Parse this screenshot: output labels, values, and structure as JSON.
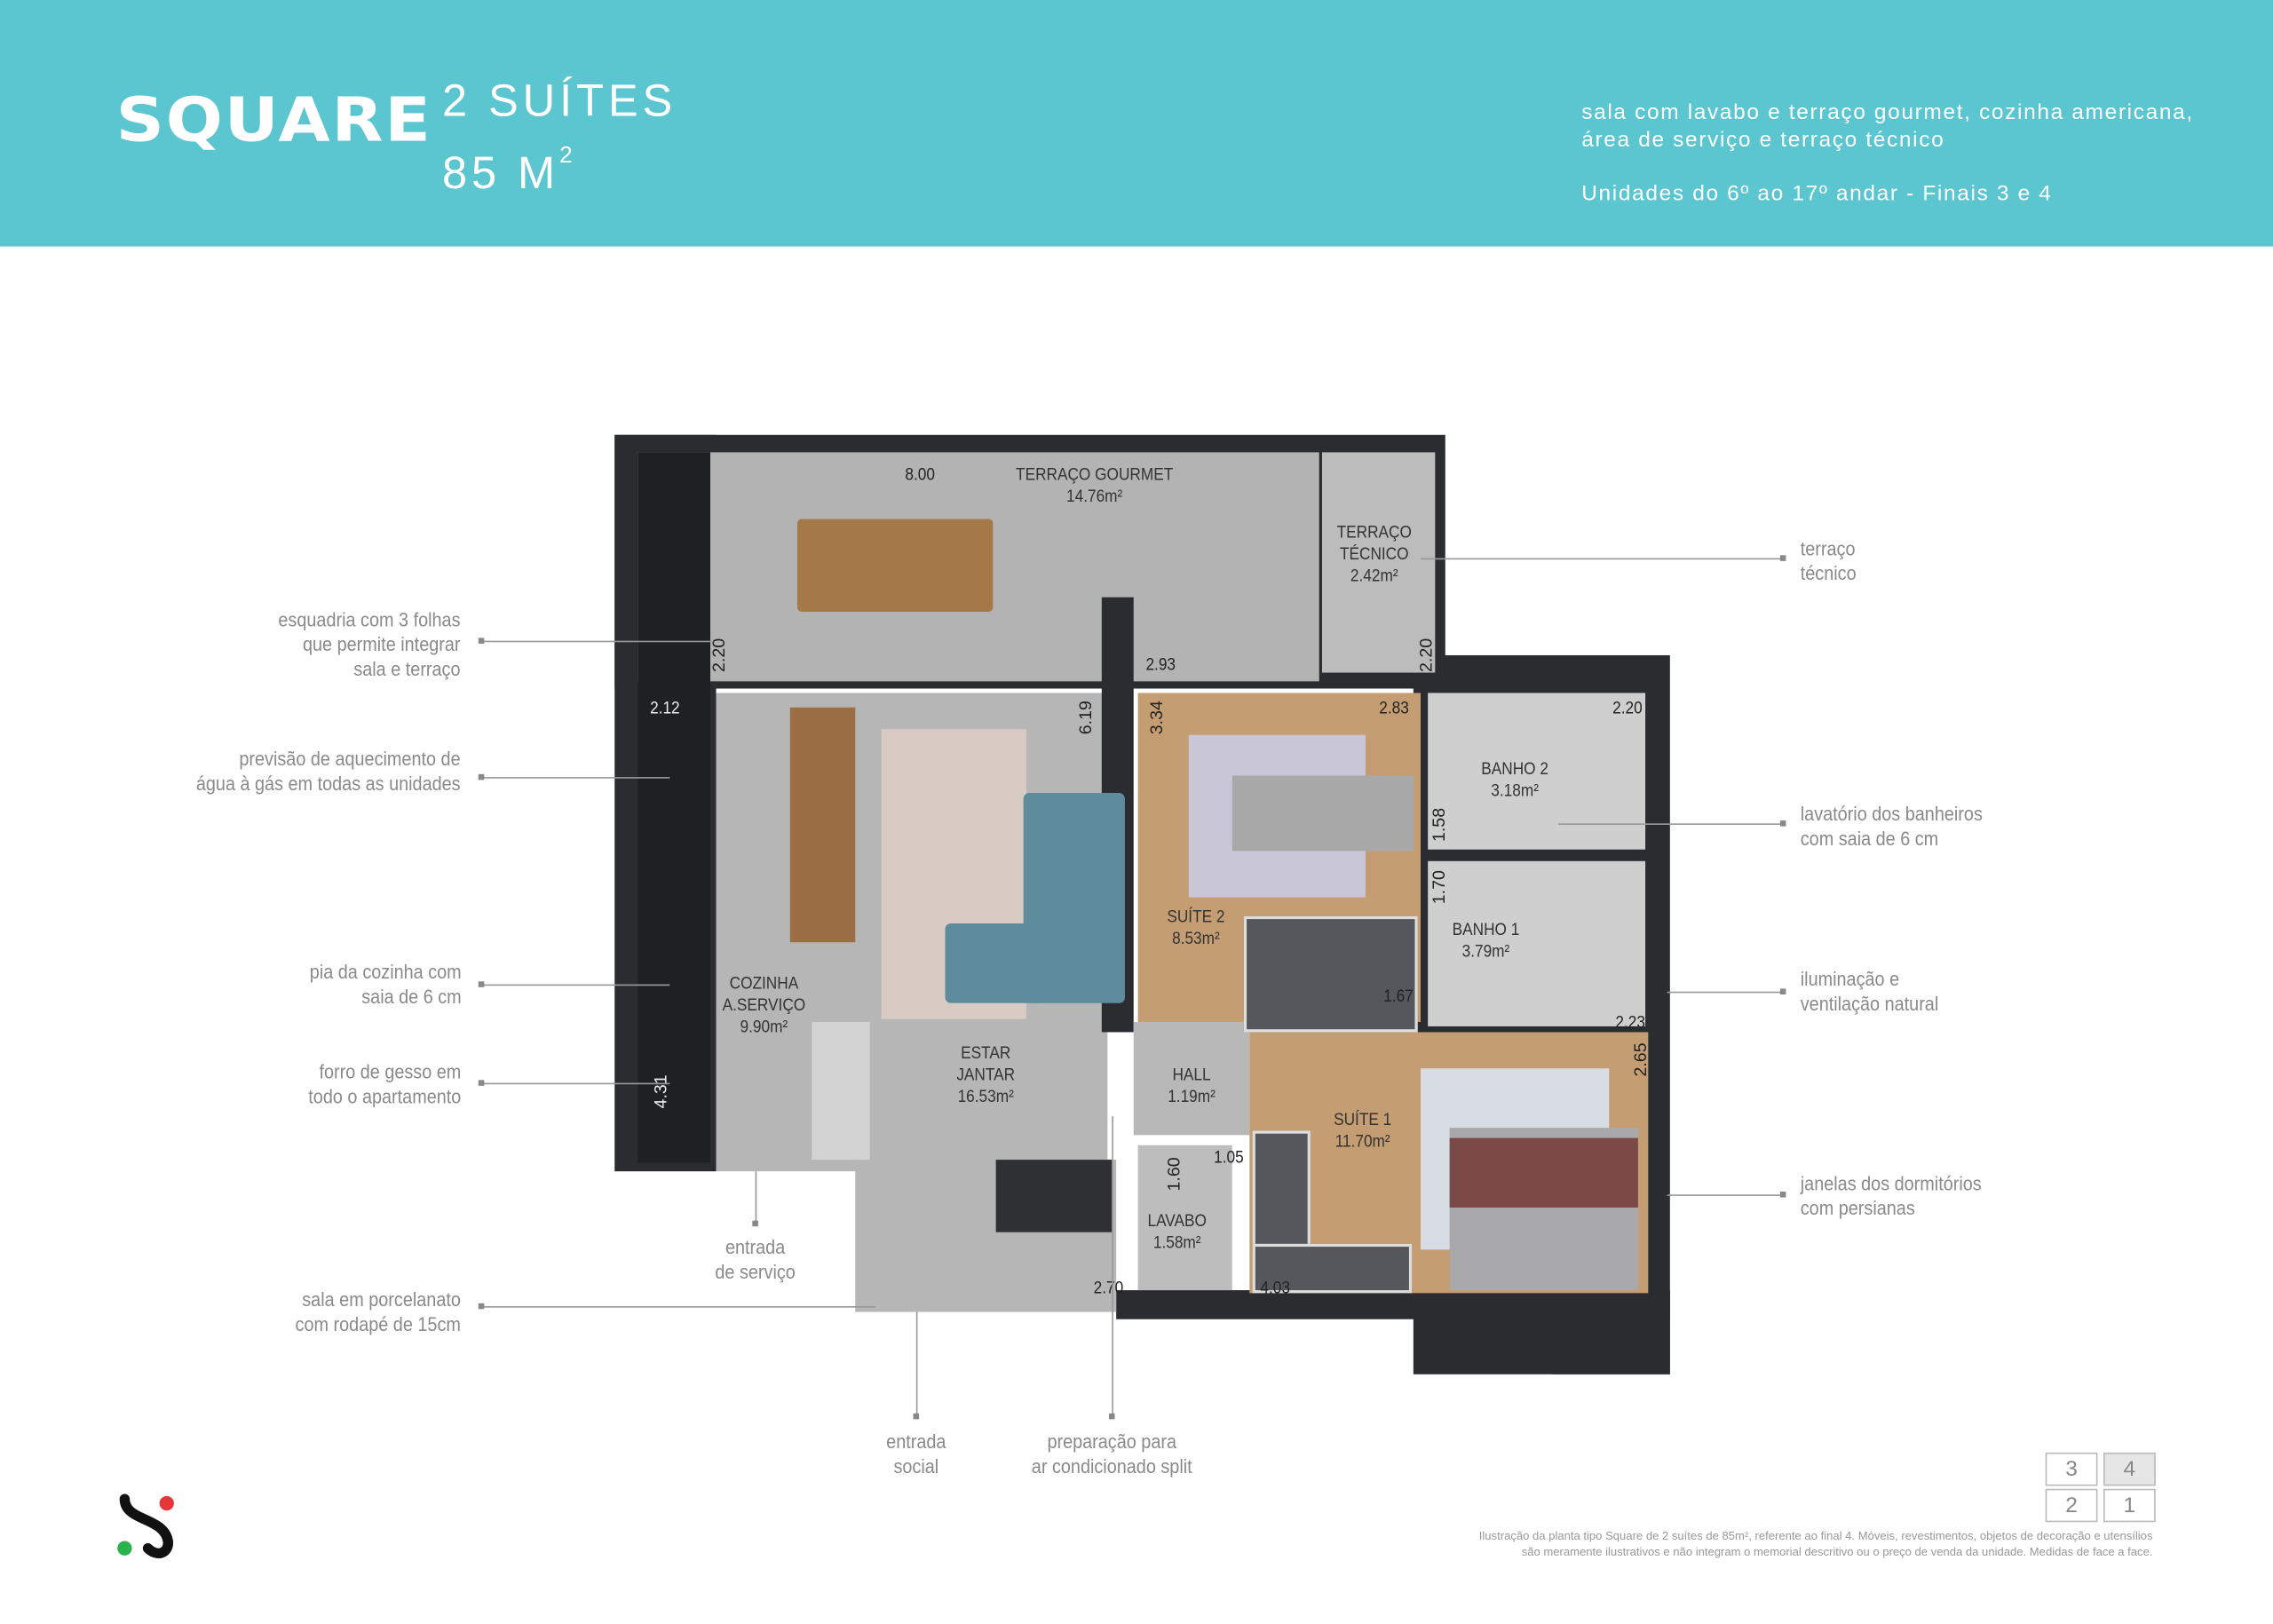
{
  "header": {
    "logo": "SQUARE",
    "title_line1": "2 SUÍTES",
    "title_line2": "85 M",
    "title_sup": "2",
    "description_line1": "sala com lavabo e terraço gourmet, cozinha americana,",
    "description_line2": "área de serviço e terraço técnico",
    "units": "Unidades do 6º ao 17º andar - Finais 3 e 4"
  },
  "rooms": {
    "terraco_gourmet": {
      "name": "TERRAÇO GOURMET",
      "area": "14.76m²"
    },
    "terraco_tecnico": {
      "name1": "TERRAÇO",
      "name2": "TÉCNICO",
      "area": "2.42m²"
    },
    "cozinha": {
      "name1": "COZINHA",
      "name2": "A.SERVIÇO",
      "area": "9.90m²"
    },
    "estar": {
      "name1": "ESTAR",
      "name2": "JANTAR",
      "area": "16.53m²"
    },
    "suite2": {
      "name": "SUÍTE 2",
      "area": "8.53m²"
    },
    "banho2": {
      "name": "BANHO 2",
      "area": "3.18m²"
    },
    "banho1": {
      "name": "BANHO 1",
      "area": "3.79m²"
    },
    "hall": {
      "name": "HALL",
      "area": "1.19m²"
    },
    "lavabo": {
      "name": "LAVABO",
      "area": "1.58m²"
    },
    "suite1": {
      "name": "SUÍTE 1",
      "area": "11.70m²"
    }
  },
  "dimensions": {
    "d800": "8.00",
    "d220a": "2.20",
    "d293": "2.93",
    "d220b": "2.20",
    "d212": "2.12",
    "d619": "6.19",
    "d334": "3.34",
    "d283": "2.83",
    "d220c": "2.20",
    "d158": "1.58",
    "d170": "1.70",
    "d167": "1.67",
    "d223": "2.23",
    "d265": "2.65",
    "d431": "4.31",
    "d105": "1.05",
    "d160": "1.60",
    "d270": "2.70",
    "d403": "4.03"
  },
  "callouts": {
    "left": [
      {
        "l1": "esquadria com 3 folhas",
        "l2": "que permite integrar",
        "l3": "sala e terraço"
      },
      {
        "l1": "previsão de aquecimento de",
        "l2": "água à gás em todas as unidades"
      },
      {
        "l1": "pia da cozinha com",
        "l2": "saia de 6 cm"
      },
      {
        "l1": "forro de gesso em",
        "l2": "todo o apartamento"
      },
      {
        "l1": "sala em porcelanato",
        "l2": "com rodapé de 15cm"
      }
    ],
    "right": [
      {
        "l1": "terraço",
        "l2": "técnico"
      },
      {
        "l1": "lavatório dos banheiros",
        "l2": "com saia de 6 cm"
      },
      {
        "l1": "iluminação e",
        "l2": "ventilação natural"
      },
      {
        "l1": "janelas dos dormitórios",
        "l2": "com persianas"
      }
    ],
    "bottom": [
      {
        "l1": "entrada",
        "l2": "de serviço"
      },
      {
        "l1": "entrada",
        "l2": "social"
      },
      {
        "l1": "preparação para",
        "l2": "ar condicionado split"
      }
    ]
  },
  "unit_selector": {
    "cells": [
      "3",
      "4",
      "2",
      "1"
    ],
    "selected": "4"
  },
  "disclaimer": {
    "line1": "Ilustração da planta tipo Square de 2 suítes de 85m², referente ao final 4. Móveis, revestimentos, objetos de decoração e utensílios",
    "line2": "são meramente ilustrativos e não integram o memorial descritivo ou o preço de venda da unidade. Medidas de face a face."
  },
  "colors": {
    "header": "#5cc6d0",
    "wall": "#2b2c30",
    "floor": "#b4b4b4",
    "wood": "#c49a6c",
    "accent_red": "#e8373a",
    "accent_green": "#2bb24c"
  }
}
